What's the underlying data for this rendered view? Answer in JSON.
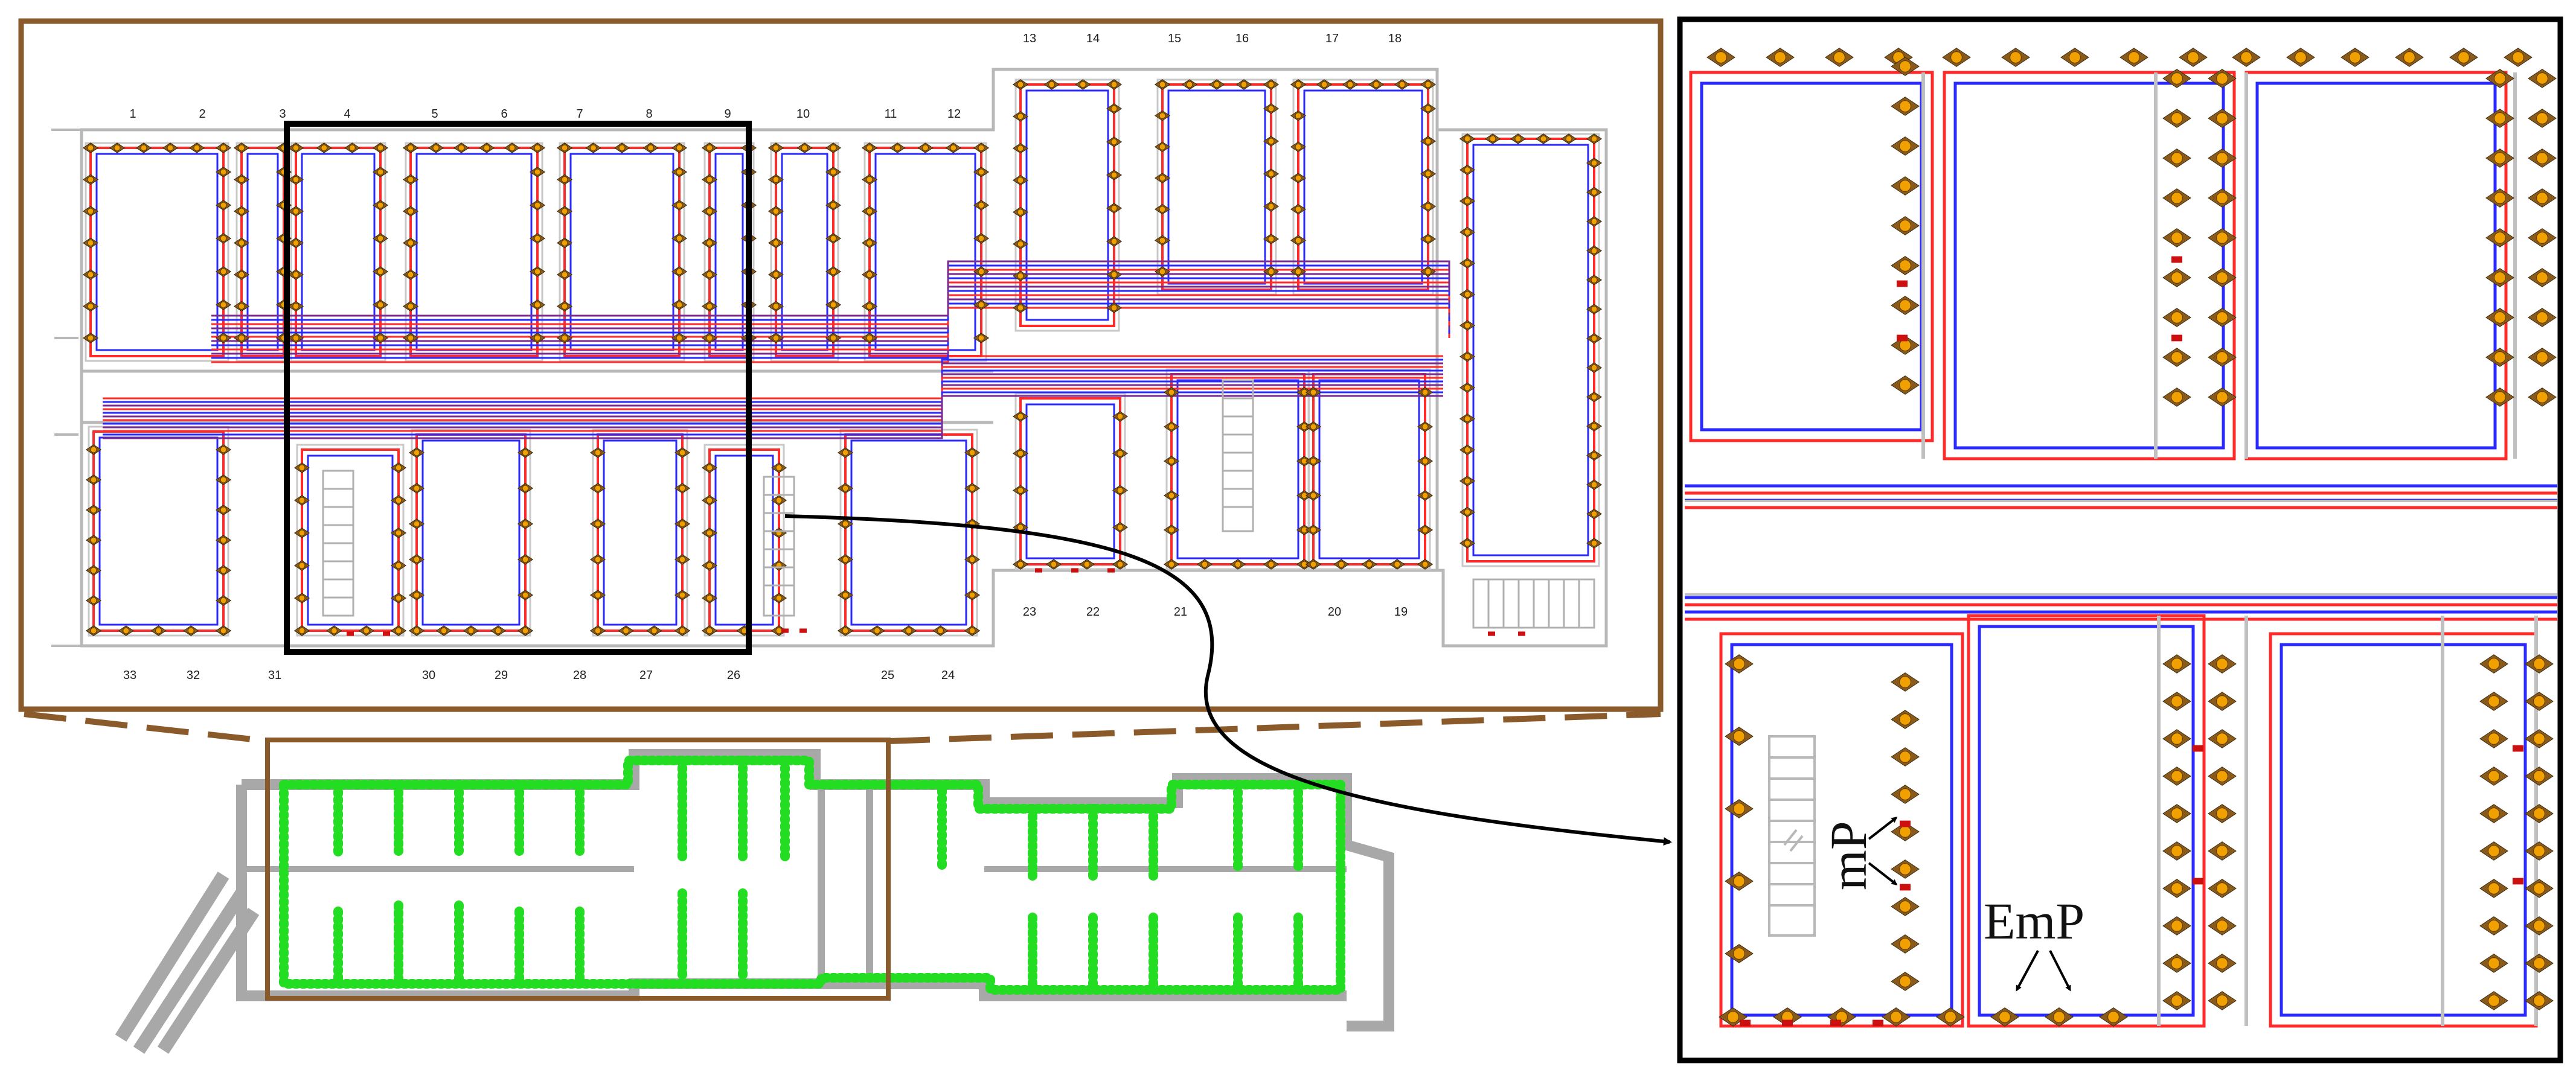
{
  "figure": {
    "room_numbers_top": [
      "1",
      "2",
      "3",
      "4",
      "5",
      "6",
      "7",
      "8",
      "9",
      "10",
      "11",
      "12",
      "13",
      "14",
      "15",
      "16",
      "17",
      "18"
    ],
    "room_numbers_bottom": [
      "33",
      "32",
      "31",
      "30",
      "29",
      "28",
      "27",
      "26",
      "25",
      "24",
      "23",
      "22",
      "21",
      "20",
      "19"
    ],
    "labels": {
      "mp": "mP",
      "emp": "EmP"
    }
  },
  "colors": {
    "frame_brown": "#8B5A2B",
    "frame_black": "#000000",
    "wall_gray": "#b0b0b0",
    "wire_red": "#ff2a2a",
    "wire_blue": "#2a2aff",
    "wire_purple": "#7b2a8f",
    "node_green": "#22dd22",
    "plant_gray": "#a8a8a8"
  },
  "icons": [
    "detector-icon",
    "emergency-marker-icon",
    "stair-icon",
    "arrow-icon"
  ]
}
